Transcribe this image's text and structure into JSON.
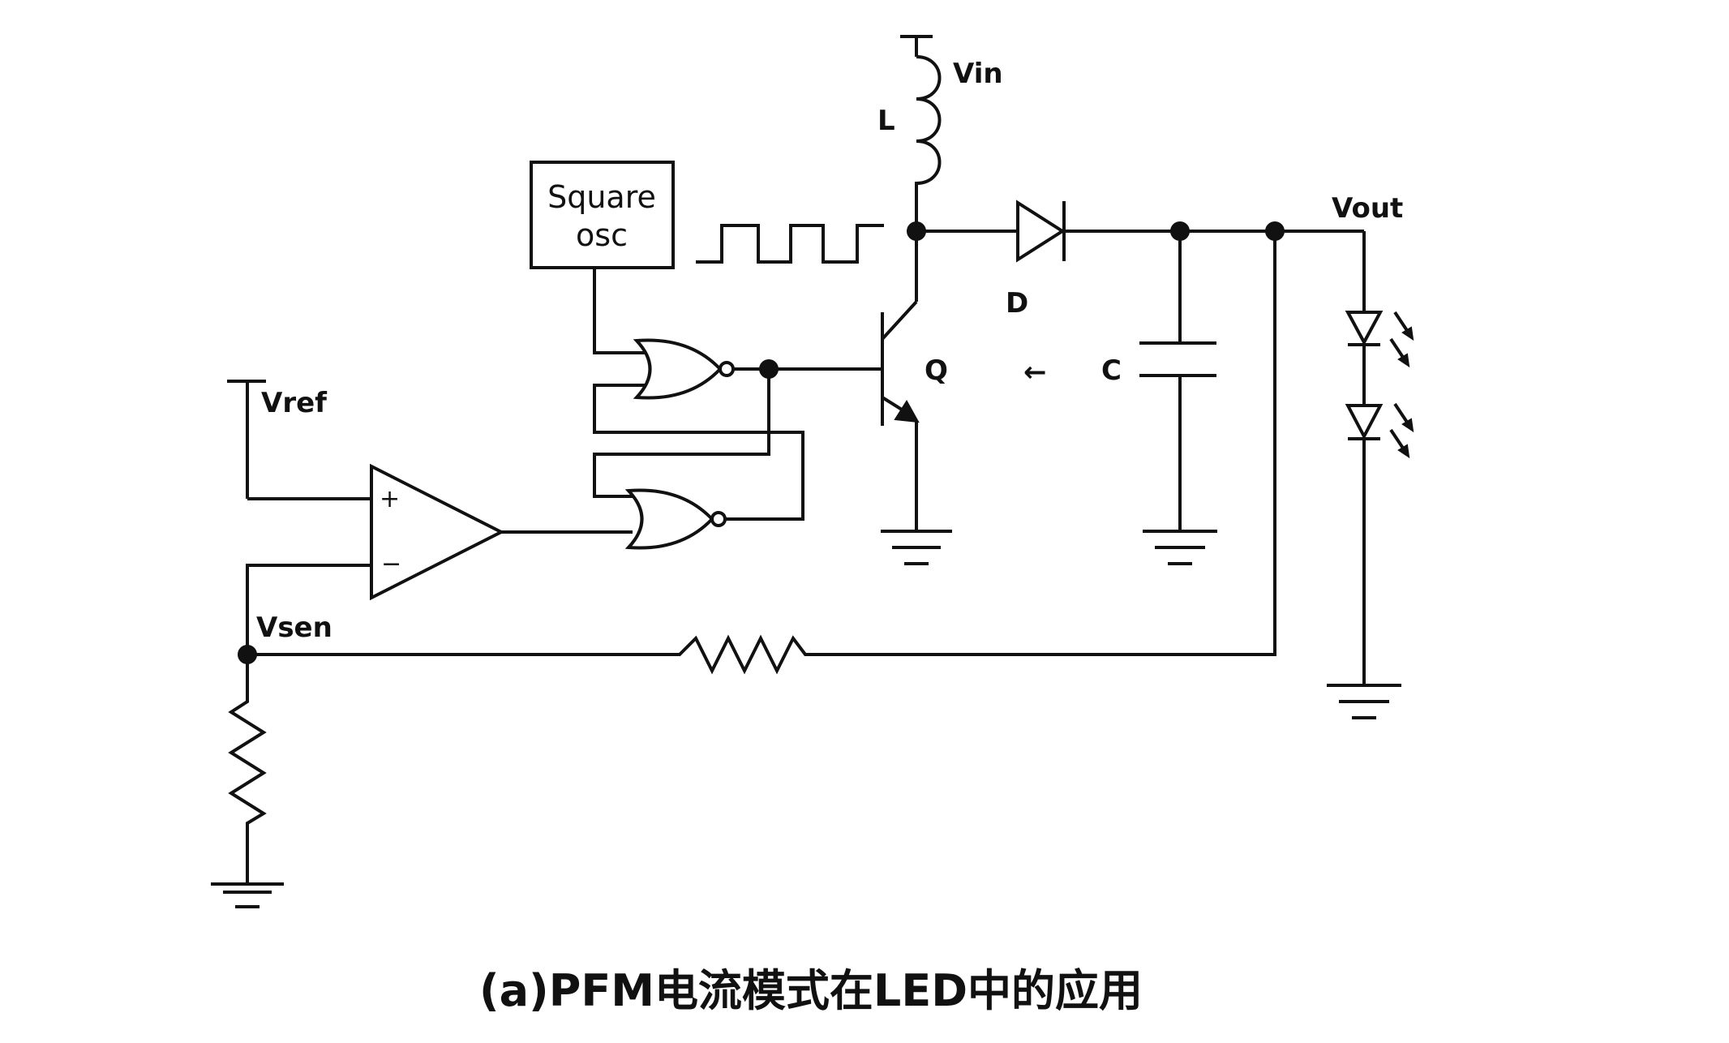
{
  "diagram": {
    "caption": "(a)PFM电流模式在LED中的应用",
    "oscillator": {
      "line1": "Square",
      "line2": "osc"
    },
    "labels": {
      "vin": "Vin",
      "inductor": "L",
      "transistor": "Q",
      "diode": "D",
      "capacitor": "C",
      "vout": "Vout",
      "vref": "Vref",
      "vsen": "Vsen",
      "opamp_plus": "+",
      "opamp_minus": "−",
      "arrow": "←"
    }
  }
}
